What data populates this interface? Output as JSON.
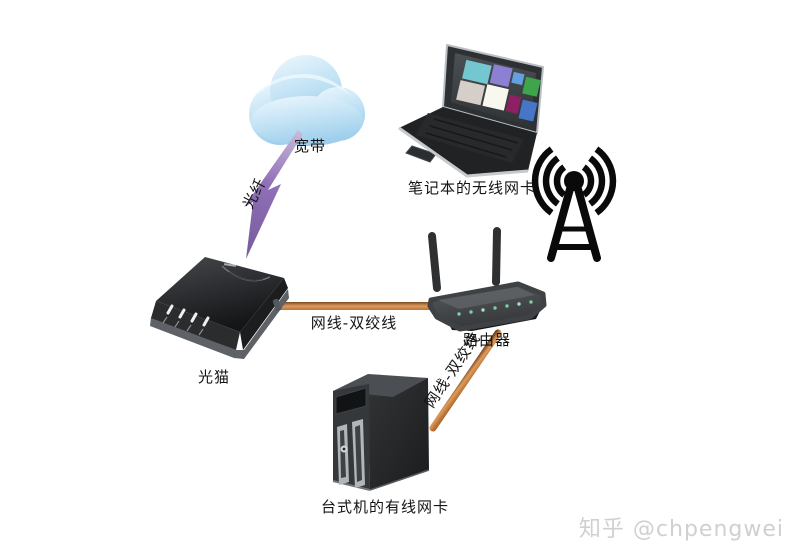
{
  "diagram": {
    "nodes": [
      {
        "id": "broadband-cloud",
        "icon": "cloud-icon",
        "label": "宽带"
      },
      {
        "id": "laptop",
        "icon": "laptop-icon",
        "label": "笔记本的无线网卡"
      },
      {
        "id": "wifi-antenna",
        "icon": "radio-antenna-icon",
        "label": ""
      },
      {
        "id": "optical-modem",
        "icon": "modem-icon",
        "label": "光猫"
      },
      {
        "id": "router",
        "icon": "router-icon",
        "label": "路由器"
      },
      {
        "id": "desktop-pc",
        "icon": "desktop-tower-icon",
        "label": "台式机的有线网卡"
      }
    ],
    "edges": [
      {
        "from": "broadband-cloud",
        "to": "optical-modem",
        "style": "lightning",
        "label": "光纤"
      },
      {
        "from": "optical-modem",
        "to": "router",
        "style": "ethernet-cable",
        "label": "网线-双绞线"
      },
      {
        "from": "router",
        "to": "desktop-pc",
        "style": "ethernet-cable",
        "label": "网线-双绞线"
      }
    ]
  },
  "watermark": "知乎 @chpengwei",
  "colors": {
    "background": "#ffffff",
    "cloud": "#b7dcf2",
    "lightning": "#8d6cb3",
    "cable": "#d08a4e",
    "router_led": "#7bd0a0",
    "watermark": "#d0d0d0"
  }
}
